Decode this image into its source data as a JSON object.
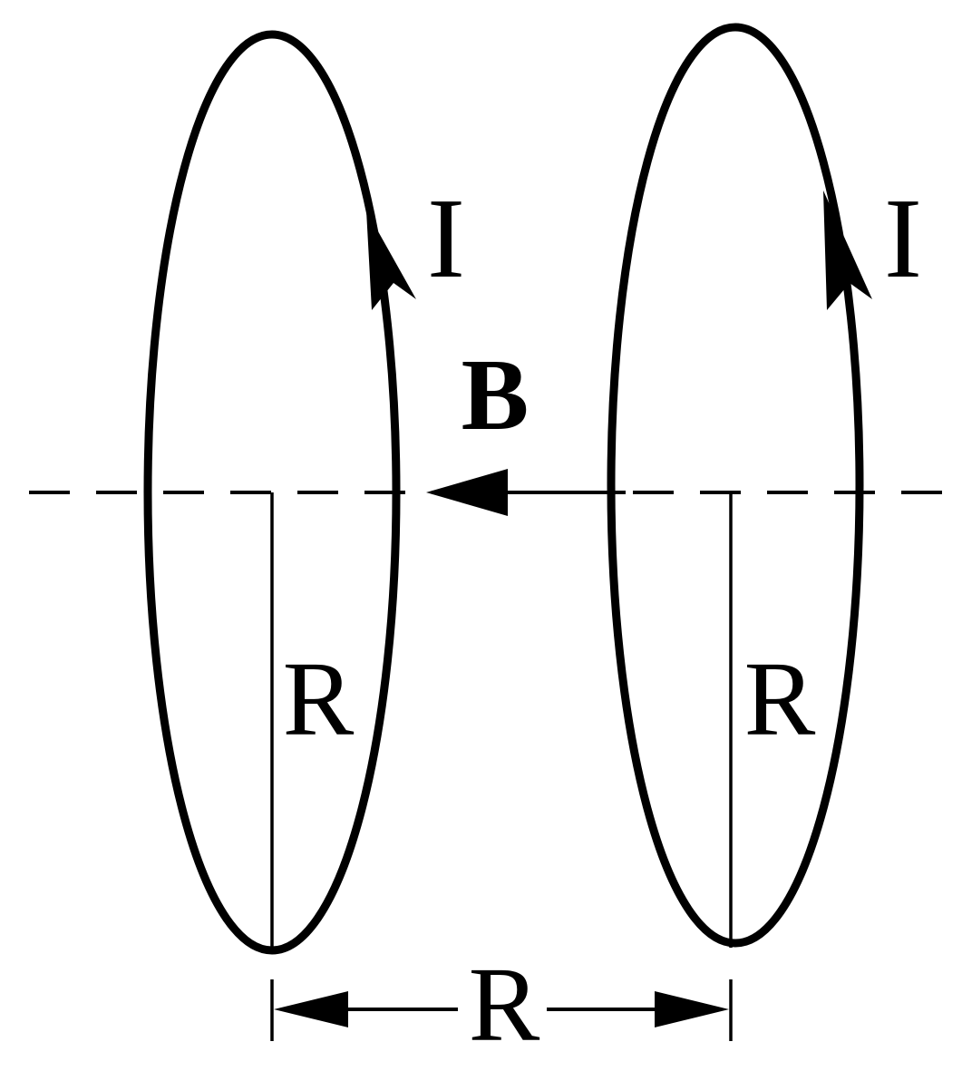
{
  "diagram": {
    "colors": {
      "stroke": "#000000",
      "background": "#ffffff"
    },
    "labels": {
      "current_left": "I",
      "current_right": "I",
      "field": "B",
      "radius_left": "R",
      "radius_right": "R",
      "separation": "R"
    }
  }
}
